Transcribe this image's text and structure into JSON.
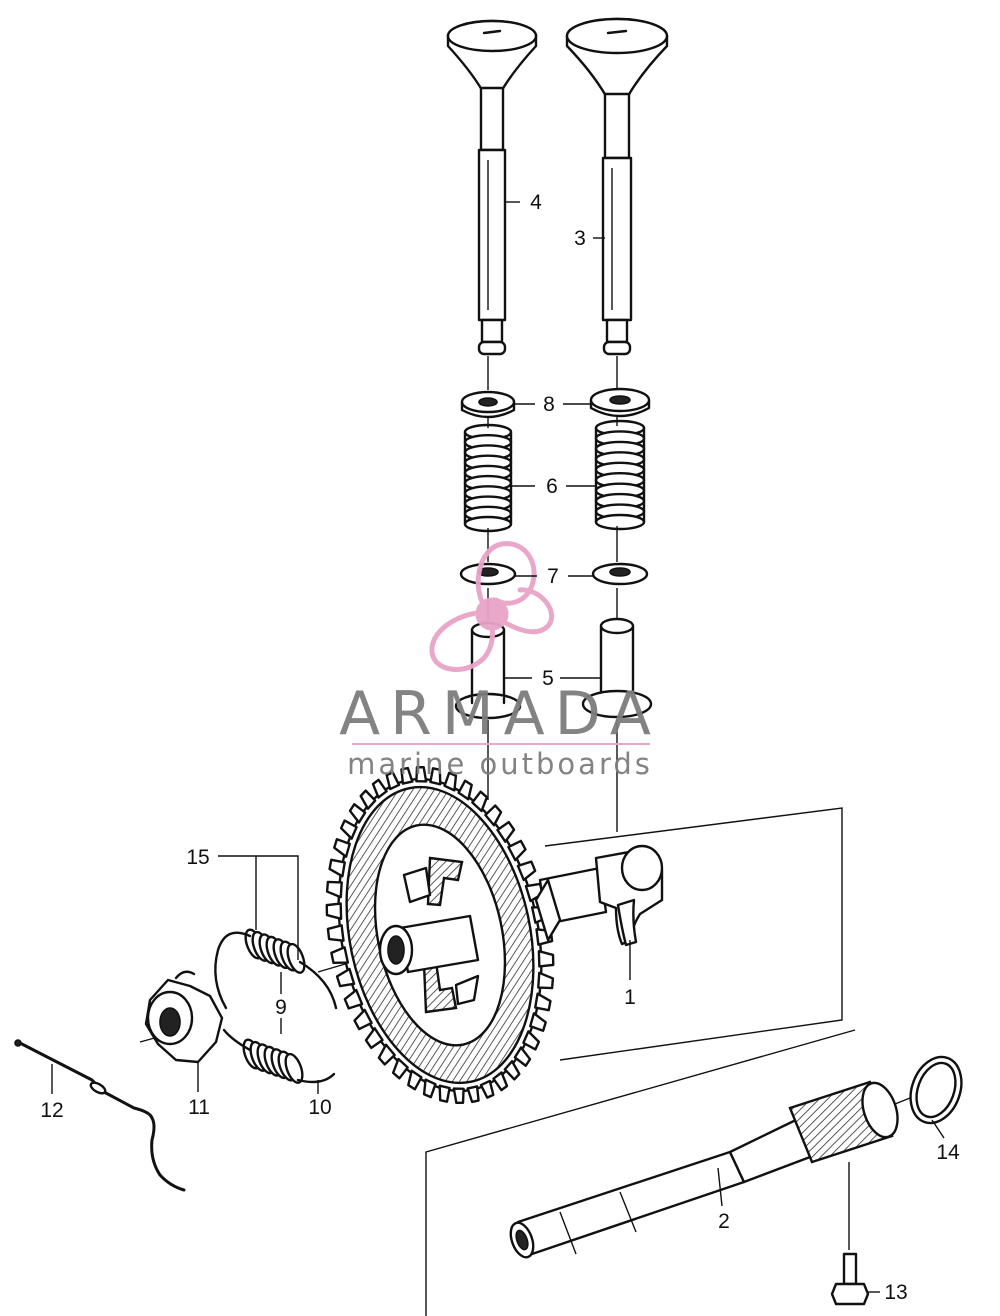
{
  "watermark": {
    "brand": "ARMADA",
    "tagline": "marine outboards",
    "brand_color": "#7d7d7d",
    "accent_color": "#e8a4c8"
  },
  "callouts": {
    "c1": "1",
    "c2": "2",
    "c3": "3",
    "c4": "4",
    "c5": "5",
    "c6": "6",
    "c7": "7",
    "c8": "8",
    "c9": "9",
    "c10": "10",
    "c11": "11",
    "c12": "12",
    "c13": "13",
    "c14": "14",
    "c15": "15"
  }
}
